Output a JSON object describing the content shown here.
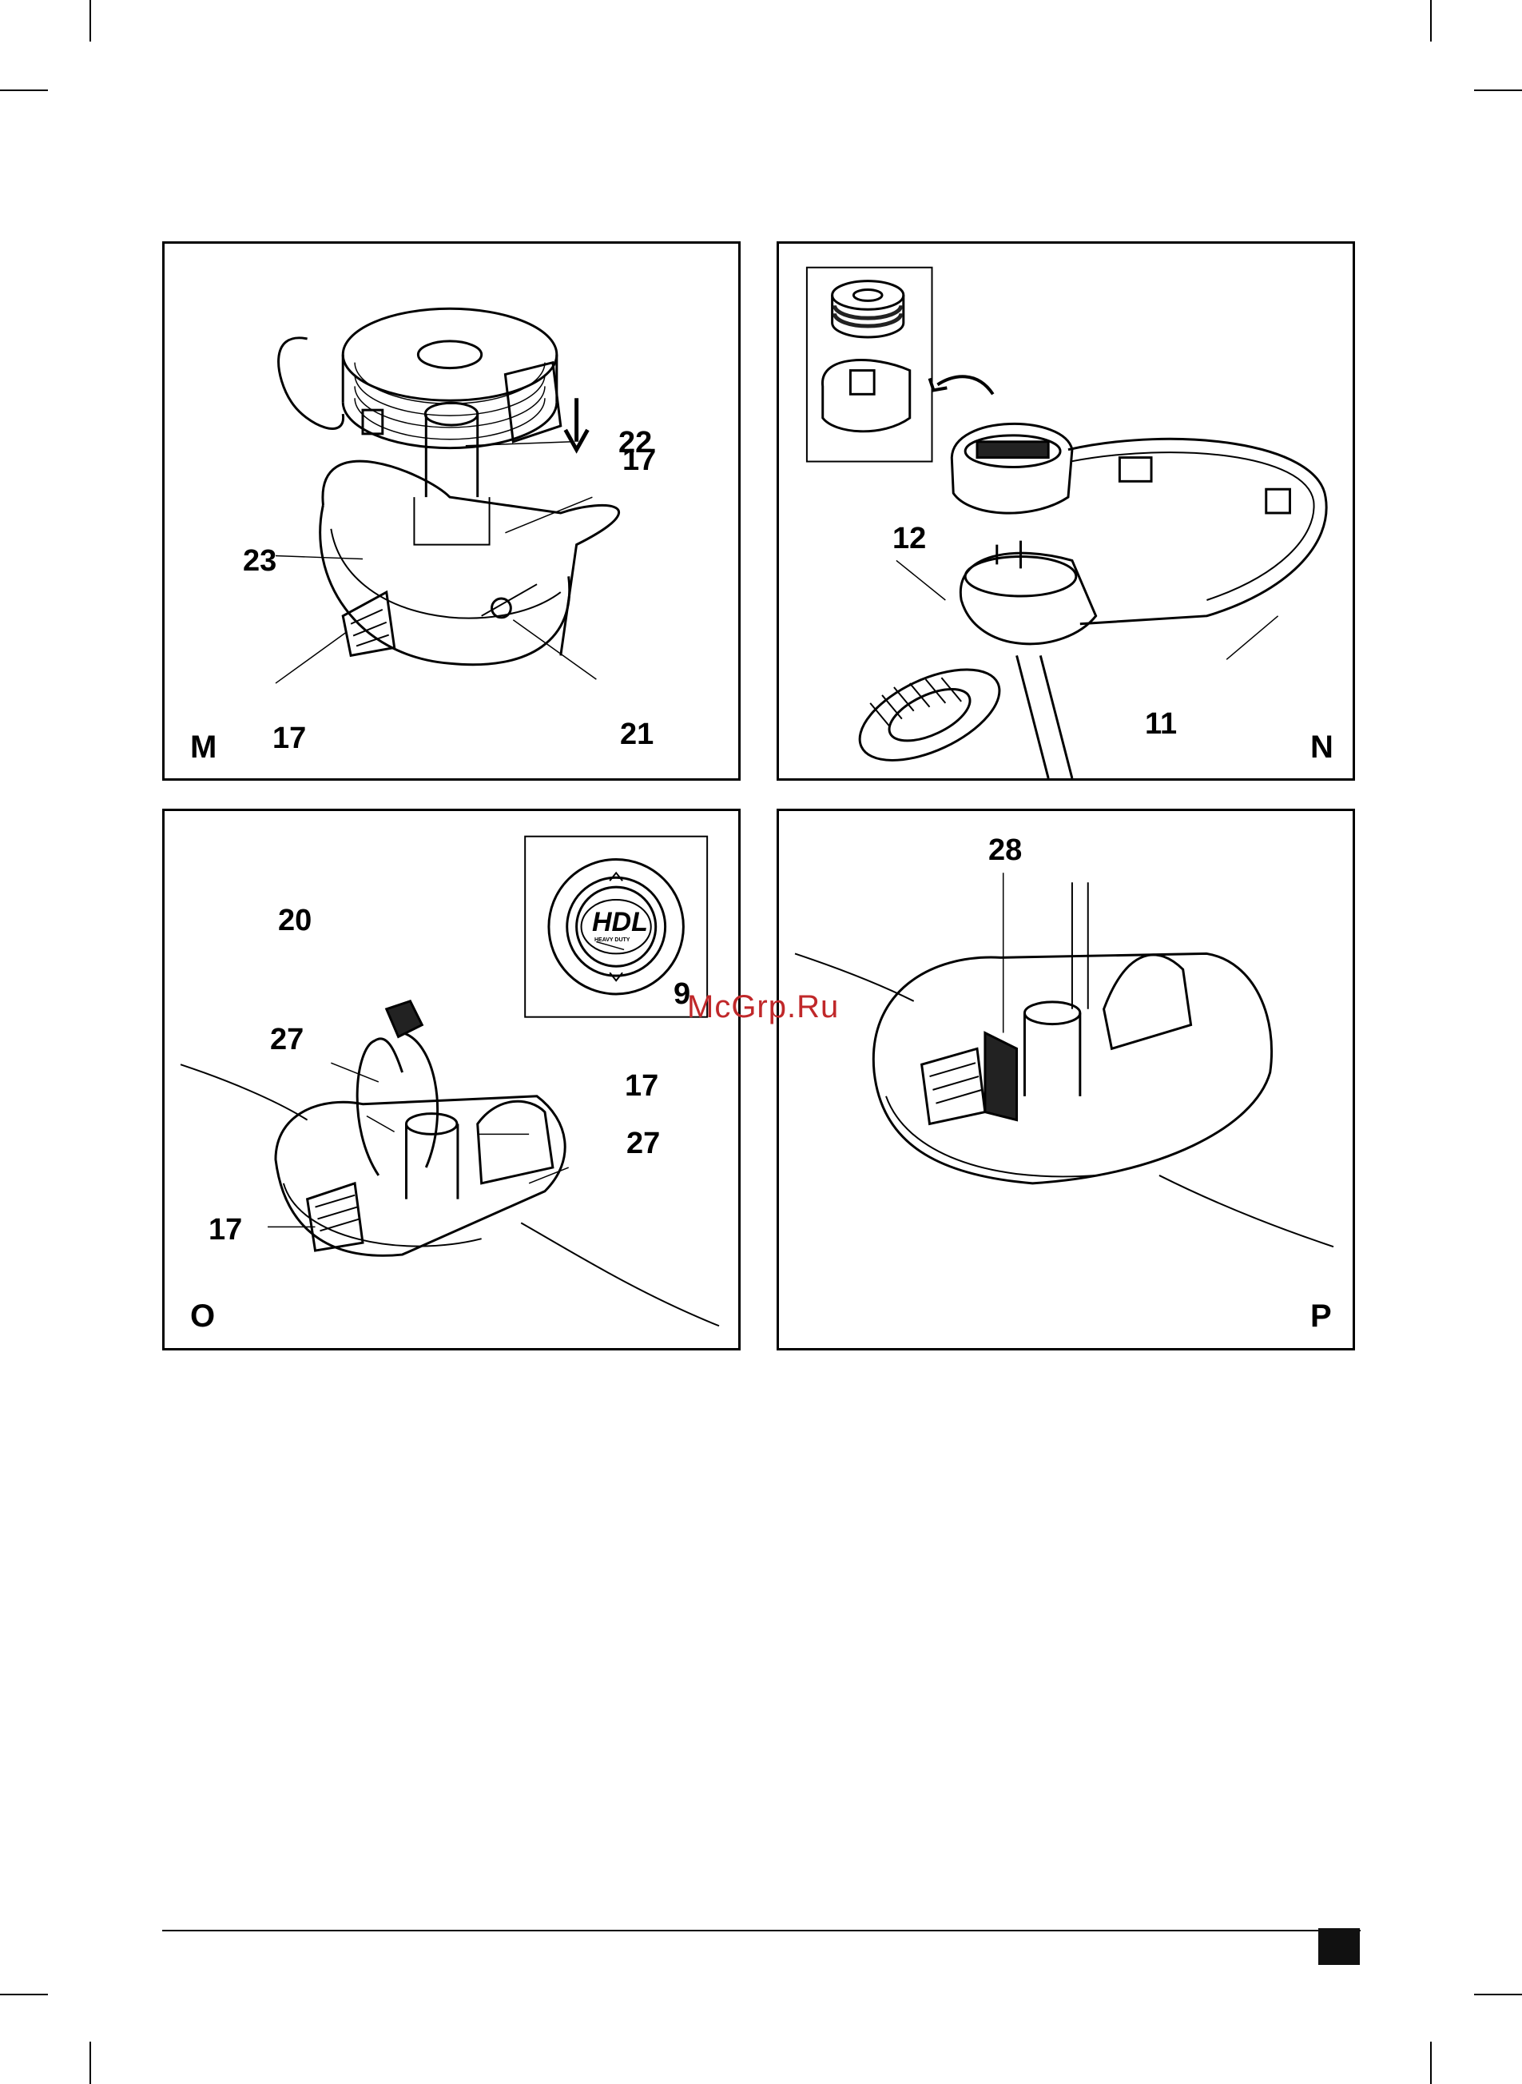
{
  "panels": {
    "m": {
      "letter": "M",
      "callouts": [
        "22",
        "17",
        "23",
        "17",
        "21"
      ]
    },
    "n": {
      "letter": "N",
      "callouts": [
        "12",
        "11"
      ]
    },
    "o": {
      "letter": "O",
      "callouts": [
        "20",
        "27",
        "17",
        "27",
        "17",
        "9"
      ],
      "inset_logo": "HDL",
      "inset_subtext": "HEAVY DUTY"
    },
    "p": {
      "letter": "P",
      "callouts": [
        "28"
      ]
    }
  },
  "watermark": "McGrp.Ru",
  "colors": {
    "ink": "#000000",
    "watermark": "#c0282a",
    "paper": "#ffffff"
  }
}
